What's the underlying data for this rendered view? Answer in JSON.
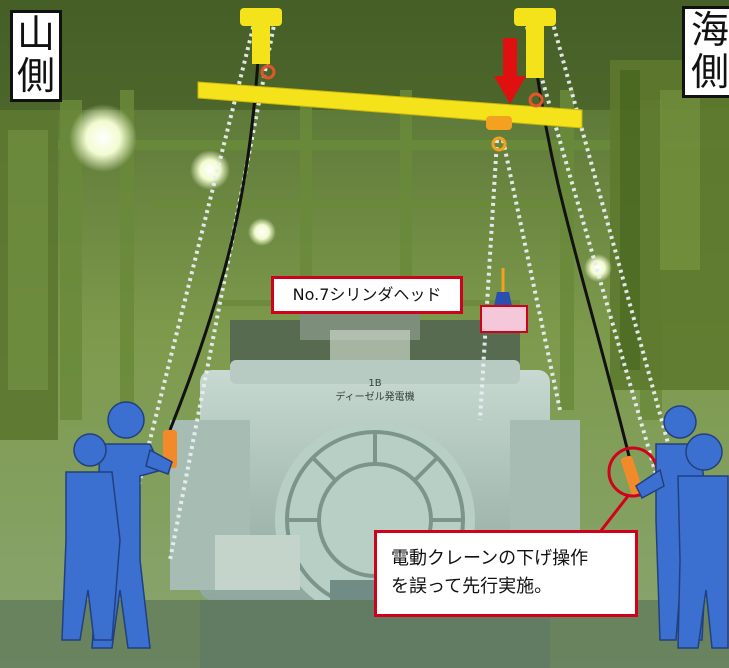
{
  "labels": {
    "left_side": [
      "山",
      "側"
    ],
    "right_side": [
      "海",
      "側"
    ]
  },
  "callouts": {
    "part_name": "No.7シリンダヘッド",
    "note_lines": [
      "電動クレーンの下げ操作",
      "を誤って先行実施。"
    ]
  },
  "machine": {
    "line1": "1B",
    "line2": "ディーゼル発電機"
  },
  "colors": {
    "beam": "#f4e21a",
    "callout_border": "#d0021b",
    "arrow": "#e01010",
    "worker": "#3b6fd0",
    "load": "#f4c8d8",
    "chain_white": "#e8eef2",
    "cable": "#111111"
  }
}
